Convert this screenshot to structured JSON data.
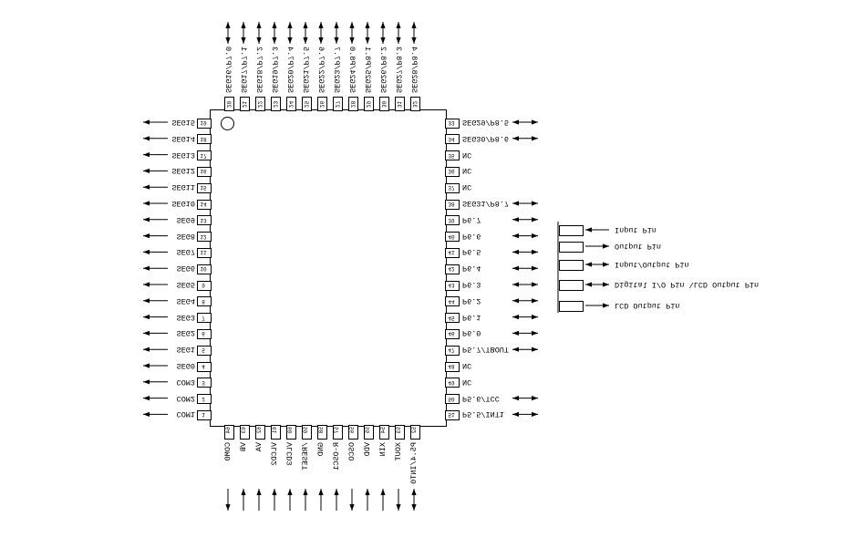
{
  "chip": {
    "left_pins": [
      {
        "num": "19",
        "label": "SEG15",
        "dir": "out"
      },
      {
        "num": "18",
        "label": "SEG14",
        "dir": "out"
      },
      {
        "num": "17",
        "label": "SEG13",
        "dir": "out"
      },
      {
        "num": "16",
        "label": "SEG12",
        "dir": "out"
      },
      {
        "num": "15",
        "label": "SEG11",
        "dir": "out"
      },
      {
        "num": "14",
        "label": "SEG10",
        "dir": "out"
      },
      {
        "num": "13",
        "label": "SEG9",
        "dir": "out"
      },
      {
        "num": "12",
        "label": "SEG8",
        "dir": "out"
      },
      {
        "num": "11",
        "label": "SEG7",
        "dir": "out"
      },
      {
        "num": "10",
        "label": "SEG6",
        "dir": "out"
      },
      {
        "num": "9",
        "label": "SEG5",
        "dir": "out"
      },
      {
        "num": "8",
        "label": "SEG4",
        "dir": "out"
      },
      {
        "num": "7",
        "label": "SEG3",
        "dir": "out"
      },
      {
        "num": "6",
        "label": "SEG2",
        "dir": "out"
      },
      {
        "num": "5",
        "label": "SEG1",
        "dir": "out"
      },
      {
        "num": "4",
        "label": "SEG0",
        "dir": "out"
      },
      {
        "num": "3",
        "label": "COM3",
        "dir": "out"
      },
      {
        "num": "2",
        "label": "COM2",
        "dir": "out"
      },
      {
        "num": "1",
        "label": "COM1",
        "dir": "out"
      }
    ],
    "top_pins": [
      {
        "num": "20",
        "label": "SEG16/P7.0",
        "dir": "io"
      },
      {
        "num": "21",
        "label": "SEG17/P7.1",
        "dir": "io"
      },
      {
        "num": "22",
        "label": "SEG18/P7.2",
        "dir": "io"
      },
      {
        "num": "23",
        "label": "SEG19/P7.3",
        "dir": "io"
      },
      {
        "num": "24",
        "label": "SEG20/P7.4",
        "dir": "io"
      },
      {
        "num": "25",
        "label": "SEG21/P7.5",
        "dir": "io"
      },
      {
        "num": "26",
        "label": "SEG22/P7.6",
        "dir": "io"
      },
      {
        "num": "27",
        "label": "SEG23/P7.7",
        "dir": "io"
      },
      {
        "num": "28",
        "label": "SEG24/P8.0",
        "dir": "io"
      },
      {
        "num": "29",
        "label": "SEG25/P8.1",
        "dir": "io"
      },
      {
        "num": "30",
        "label": "SEG26/P8.2",
        "dir": "io"
      },
      {
        "num": "31",
        "label": "SEG27/P8.3",
        "dir": "io"
      },
      {
        "num": "32",
        "label": "SEG28/P8.4",
        "dir": "io"
      }
    ],
    "right_pins": [
      {
        "num": "33",
        "label": "SEG29/P8.5",
        "dir": "io"
      },
      {
        "num": "34",
        "label": "SEG30/P8.6",
        "dir": "io"
      },
      {
        "num": "35",
        "label": "NC",
        "dir": "none"
      },
      {
        "num": "36",
        "label": "NC",
        "dir": "none"
      },
      {
        "num": "37",
        "label": "NC",
        "dir": "none"
      },
      {
        "num": "38",
        "label": "SEG31/P8.7",
        "dir": "io"
      },
      {
        "num": "39",
        "label": "P6.7",
        "dir": "io"
      },
      {
        "num": "40",
        "label": "P6.6",
        "dir": "io"
      },
      {
        "num": "41",
        "label": "P6.5",
        "dir": "io"
      },
      {
        "num": "42",
        "label": "P6.4",
        "dir": "io"
      },
      {
        "num": "43",
        "label": "P6.3",
        "dir": "io"
      },
      {
        "num": "44",
        "label": "P6.2",
        "dir": "io"
      },
      {
        "num": "45",
        "label": "P6.1",
        "dir": "io"
      },
      {
        "num": "46",
        "label": "P6.0",
        "dir": "io"
      },
      {
        "num": "47",
        "label": "P5.7/TBOUT",
        "dir": "io"
      },
      {
        "num": "48",
        "label": "NC",
        "dir": "none"
      },
      {
        "num": "49",
        "label": "NC",
        "dir": "none"
      },
      {
        "num": "50",
        "label": "P5.6/TCC",
        "dir": "io"
      },
      {
        "num": "51",
        "label": "P5.5/INT1",
        "dir": "io"
      }
    ],
    "bottom_pins": [
      {
        "num": "64",
        "label": "COM0",
        "dir": "out"
      },
      {
        "num": "63",
        "label": "VB",
        "dir": "in"
      },
      {
        "num": "62",
        "label": "VA",
        "dir": "in"
      },
      {
        "num": "61",
        "label": "VLCD2",
        "dir": "in"
      },
      {
        "num": "60",
        "label": "VLCD3",
        "dir": "in"
      },
      {
        "num": "59",
        "label": "/RESET",
        "dir": "in"
      },
      {
        "num": "58",
        "label": "GND",
        "dir": "in"
      },
      {
        "num": "57",
        "label": "R-OSC1",
        "dir": "in"
      },
      {
        "num": "56",
        "label": "OSCO",
        "dir": "out"
      },
      {
        "num": "55",
        "label": "VDD",
        "dir": "in"
      },
      {
        "num": "54",
        "label": "XIN",
        "dir": "in"
      },
      {
        "num": "53",
        "label": "XOUT",
        "dir": "out"
      },
      {
        "num": "52",
        "label": "P5.4/INT0",
        "dir": "io"
      }
    ]
  },
  "legend": {
    "items": [
      {
        "label": "Input Pin",
        "arrow": "in"
      },
      {
        "label": "Output Pin",
        "arrow": "out"
      },
      {
        "label": "Input/Output Pin",
        "arrow": "io"
      },
      {
        "label": "Digital I/O Pin \\LCD Output Pin",
        "arrow": "io"
      },
      {
        "label": "LCD Output Pin",
        "arrow": "out"
      }
    ]
  },
  "colors": {
    "line": "#000000",
    "background": "#ffffff"
  }
}
